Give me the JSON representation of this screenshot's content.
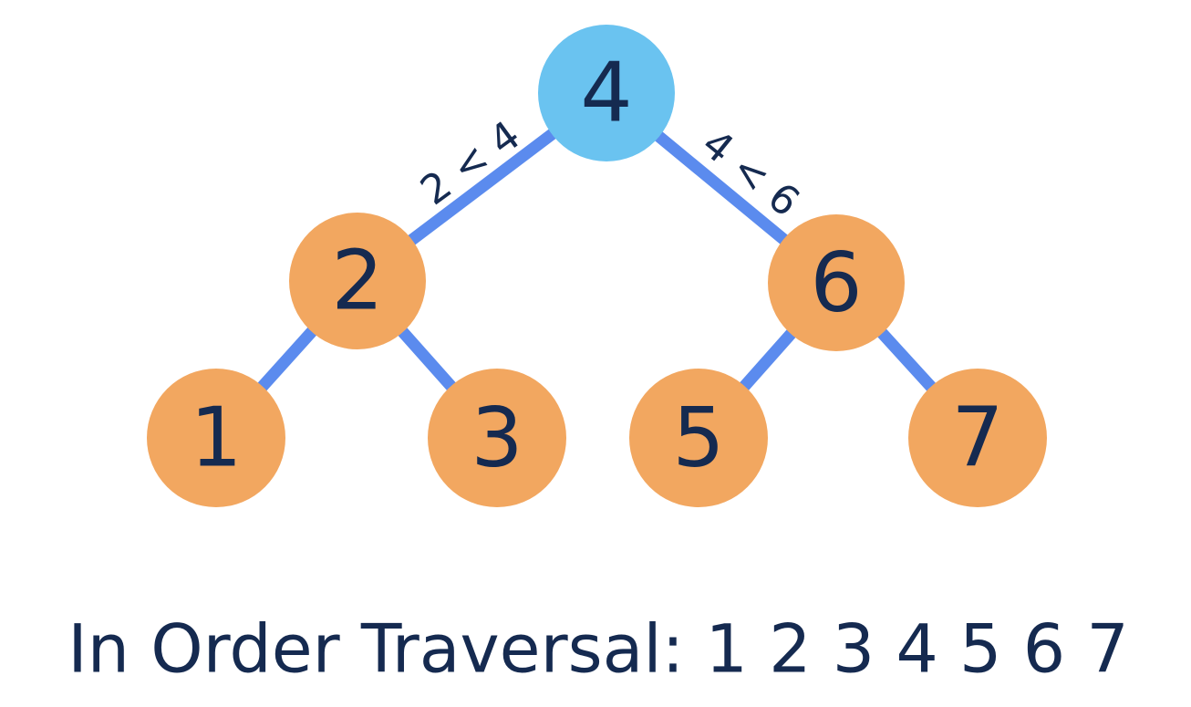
{
  "colors": {
    "background": "#ffffff",
    "root_node_fill": "#6AC3F0",
    "node_fill": "#F2A760",
    "edge_stroke": "#5B8BEE",
    "text": "#152A50"
  },
  "tree": {
    "nodes": [
      {
        "id": "root",
        "value": "4"
      },
      {
        "id": "left",
        "value": "2"
      },
      {
        "id": "right",
        "value": "6"
      },
      {
        "id": "left-left",
        "value": "1"
      },
      {
        "id": "left-right",
        "value": "3"
      },
      {
        "id": "right-left",
        "value": "5"
      },
      {
        "id": "right-right",
        "value": "7"
      }
    ],
    "edge_labels": [
      {
        "id": "root-left",
        "text": "2 < 4"
      },
      {
        "id": "root-right",
        "text": "4 < 6"
      }
    ]
  },
  "caption": {
    "text": "In Order Traversal: 1 2 3 4 5 6 7"
  }
}
